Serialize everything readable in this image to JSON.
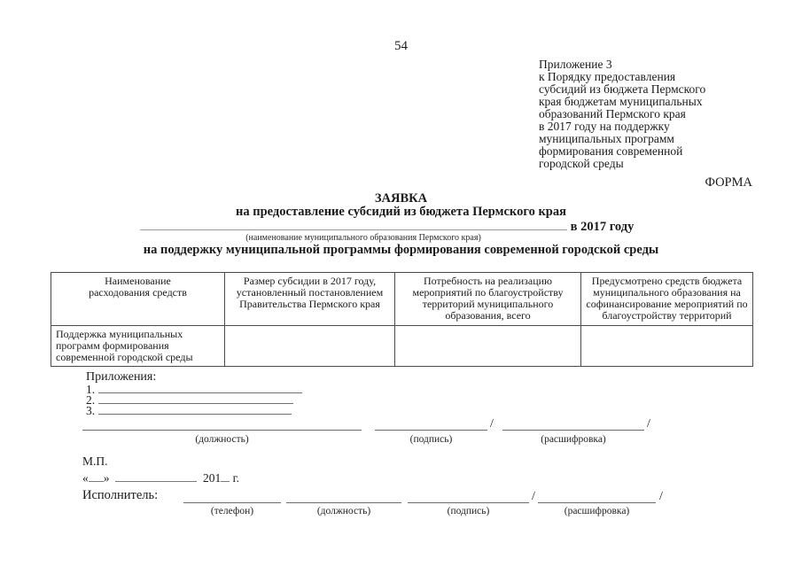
{
  "page_number": "54",
  "appendix": {
    "lines": [
      "Приложение 3",
      "к Порядку предоставления",
      "субсидий из бюджета Пермского",
      "края бюджетам муниципальных",
      "образований Пермского края",
      "в 2017 году на поддержку",
      "муниципальных программ",
      "формирования современной",
      "городской среды"
    ]
  },
  "form_label": "ФОРМА",
  "title": {
    "heading": "ЗАЯВКА",
    "subheading": "на предоставление субсидий из бюджета Пермского края",
    "year_suffix": "в 2017 году",
    "blank_caption": "(наименование муниципального образования Пермского края)",
    "subject": "на поддержку муниципальной программы формирования современной городской среды"
  },
  "table": {
    "headers": [
      "Наименование расходования средств",
      "Размер субсидии в 2017 году, установленный постановлением Правительства Пермского края",
      "Потребность на реализацию мероприятий по благоустройству территорий муниципального образования, всего",
      "Предусмотрено средств бюджета муниципального образования на софинансирование мероприятий по благоустройству территорий"
    ],
    "row": [
      "Поддержка муниципальных программ формирования современной городской среды",
      "",
      "",
      ""
    ]
  },
  "attachments": {
    "label": "Приложения:",
    "items": [
      "1.",
      "2.",
      "3."
    ]
  },
  "signature": {
    "slash": "/",
    "labels": {
      "position": "(должность)",
      "sign": "(подпись)",
      "transcript": "(расшифровка)"
    }
  },
  "stamp_label": "М.П.",
  "date_line": {
    "opening": "«",
    "closing": "»",
    "year": "201",
    "year_tail": "г."
  },
  "executor": {
    "label": "Исполнитель:",
    "slash": "/",
    "labels": {
      "phone": "(телефон)",
      "position": "(должность)",
      "sign": "(подпись)",
      "transcript": "(расшифровка)"
    }
  }
}
